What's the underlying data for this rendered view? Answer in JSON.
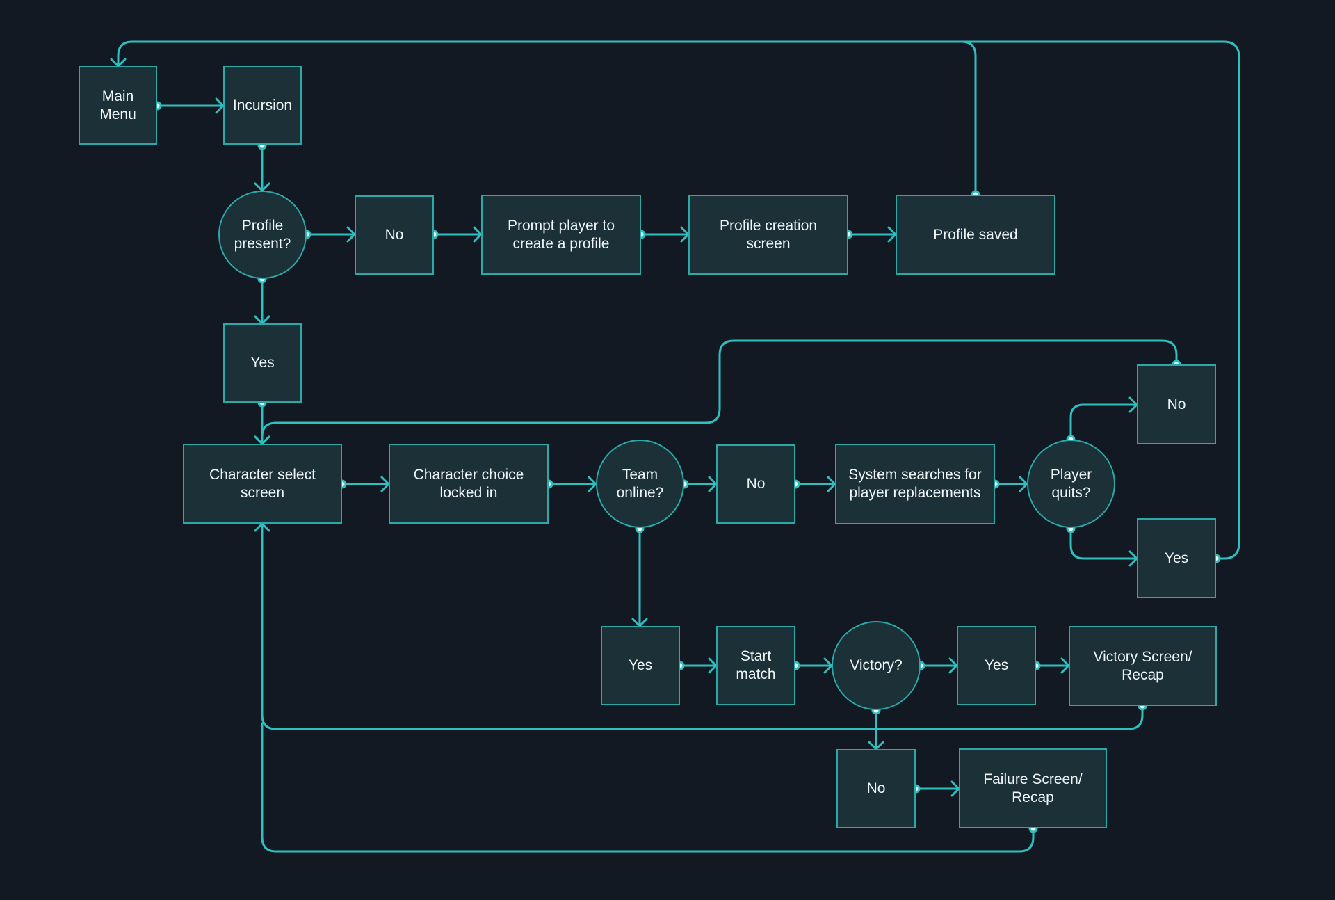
{
  "colors": {
    "background": "#121922",
    "node_fill": "#1b3037",
    "node_border": "#2aa9a9",
    "connector": "#2ebfbe",
    "text": "#f0f6f6"
  },
  "nodes": {
    "main_menu": "Main\nMenu",
    "incursion": "Incursion",
    "profile_present": "Profile\npresent?",
    "profile_no": "No",
    "prompt_profile": "Prompt player to\ncreate a profile",
    "profile_creation": "Profile creation\nscreen",
    "profile_saved": "Profile saved",
    "profile_yes": "Yes",
    "character_select": "Character select\nscreen",
    "character_locked": "Character choice\nlocked in",
    "team_online": "Team\nonline?",
    "team_no": "No",
    "system_searches": "System searches for\nplayer replacements",
    "player_quits": "Player\nquits?",
    "quits_no": "No",
    "quits_yes": "Yes",
    "team_yes": "Yes",
    "start_match": "Start\nmatch",
    "victory": "Victory?",
    "victory_yes": "Yes",
    "victory_screen": "Victory Screen/\nRecap",
    "victory_no": "No",
    "failure_screen": "Failure Screen/\nRecap"
  }
}
